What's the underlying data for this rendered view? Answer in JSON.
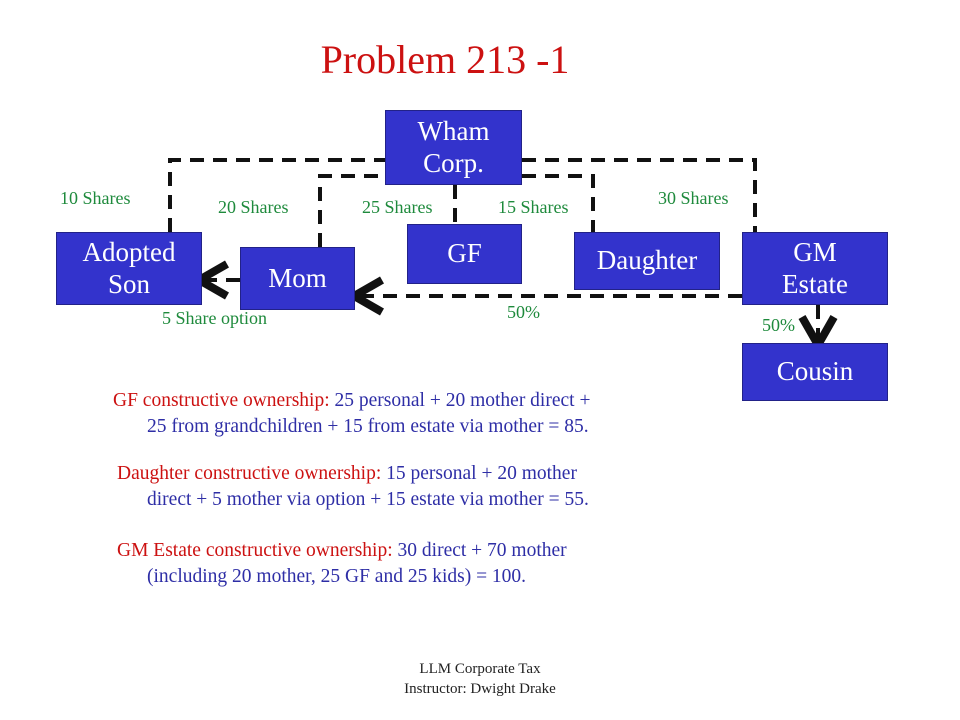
{
  "title": "Problem 213 -1",
  "colors": {
    "box": "#3333cc",
    "title": "#cc1111",
    "labels": "#1e8a3c",
    "body_text": "#2e2ea6"
  },
  "nodes": {
    "wham": "Wham\nCorp.",
    "gf": "GF",
    "adopted_son": "Adopted\nSon",
    "mom": "Mom",
    "daughter": "Daughter",
    "gm_estate": "GM\nEstate",
    "cousin": "Cousin"
  },
  "edge_labels": {
    "son_shares": "10 Shares",
    "mom_shares": "20 Shares",
    "gf_shares": "25 Shares",
    "daughter_shares": "15 Shares",
    "estate_shares": "30 Shares",
    "option": "5 Share option",
    "mom_estate_pct": "50%",
    "cousin_estate_pct": "50%"
  },
  "paragraphs": [
    {
      "lead": "GF constructive ownership:",
      "line1": " 25 personal + 20 mother direct +",
      "line2": "25 from grandchildren + 15 from estate via mother = 85."
    },
    {
      "lead": "Daughter constructive ownership:",
      "line1": " 15 personal + 20 mother",
      "line2": "direct + 5 mother via option + 15 estate via mother = 55."
    },
    {
      "lead": "GM Estate constructive ownership:",
      "line1": " 30 direct + 70 mother",
      "line2": "(including 20 mother, 25 GF and 25 kids) = 100."
    }
  ],
  "footer": {
    "line1": "LLM Corporate Tax",
    "line2": "Instructor: Dwight Drake"
  }
}
